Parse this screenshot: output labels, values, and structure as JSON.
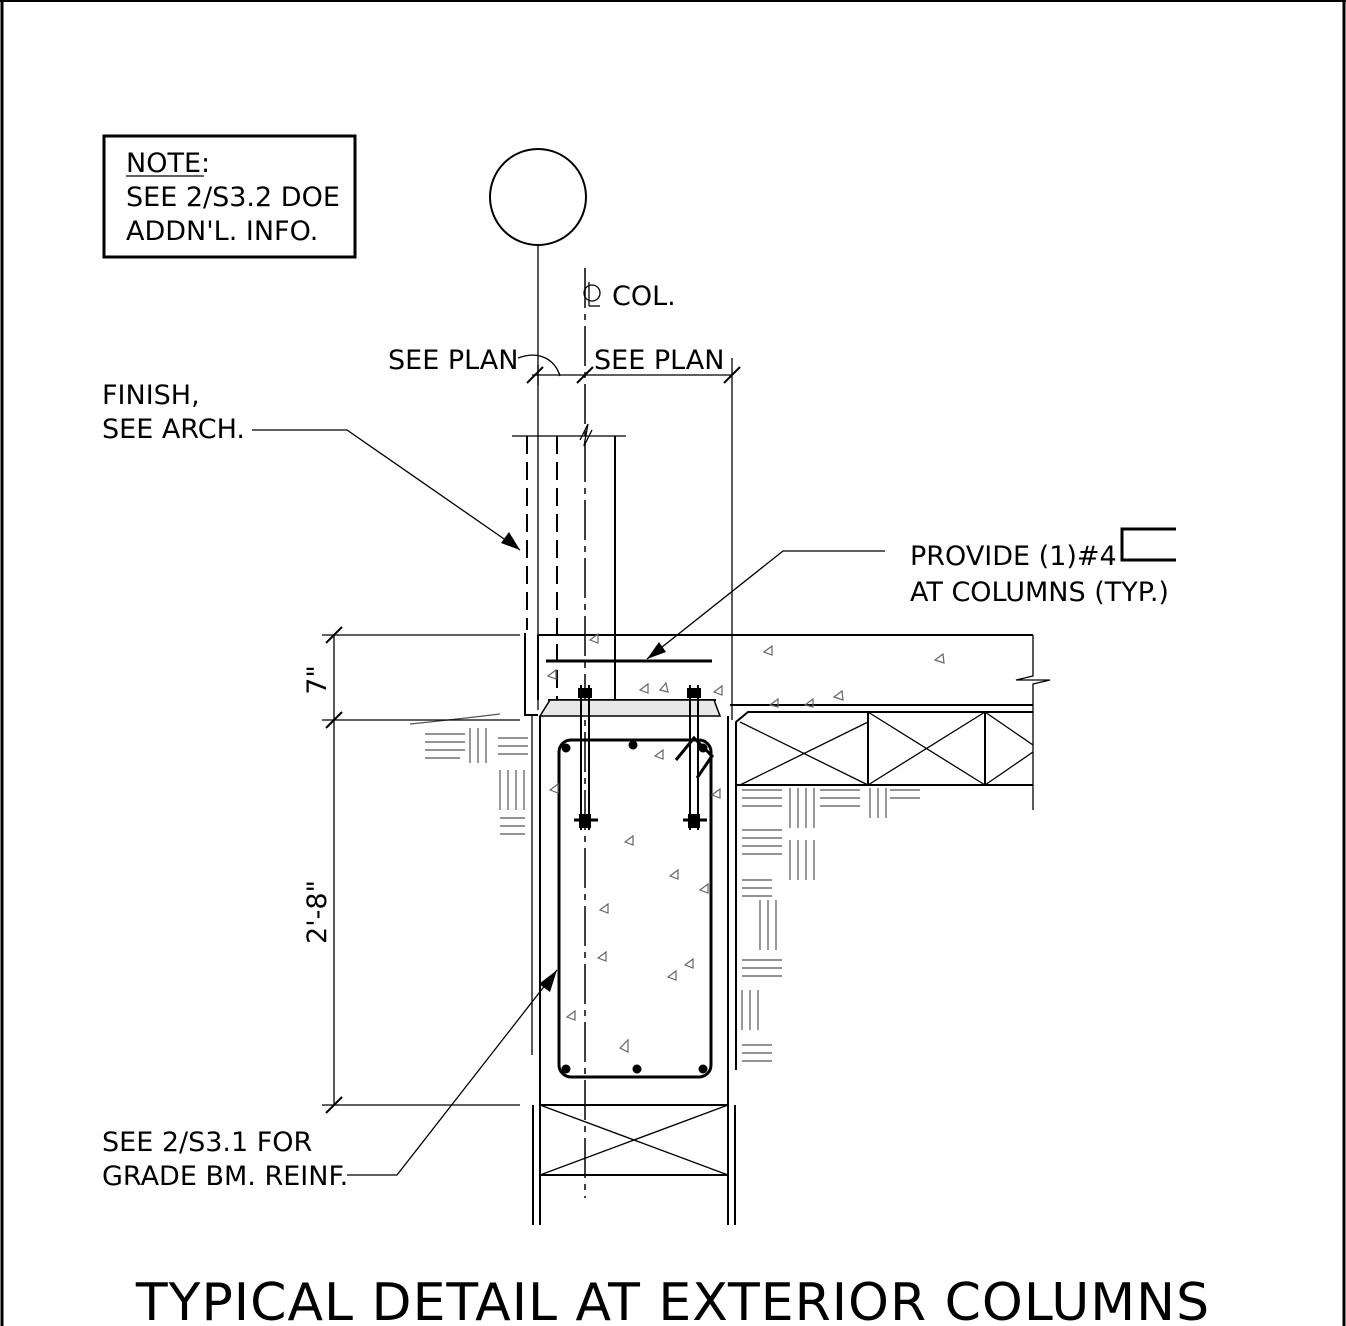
{
  "note_box": {
    "heading": "NOTE:",
    "line1": "SEE 2/S3.2 DOE",
    "line2": "ADDN'L. INFO."
  },
  "labels": {
    "col_centerline": "COL.",
    "see_plan_left": "SEE PLAN",
    "see_plan_right": "SEE PLAN",
    "finish_line1": "FINISH,",
    "finish_line2": "SEE ARCH.",
    "provide_line1": "PROVIDE (1)#4",
    "provide_line2": "AT COLUMNS (TYP.)",
    "grade_line1": "SEE 2/S3.1 FOR",
    "grade_line2": "GRADE BM. REINF."
  },
  "dimensions": {
    "slab_thickness": "7\"",
    "beam_depth": "2'-8\""
  },
  "title": "TYPICAL DETAIL AT EXTERIOR COLUMNS"
}
